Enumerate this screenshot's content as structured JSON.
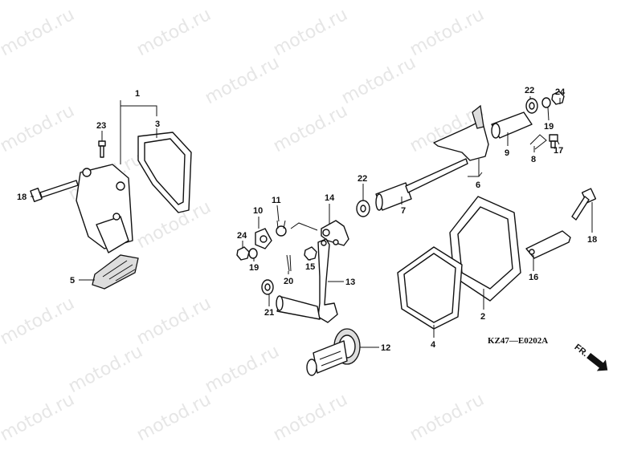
{
  "watermark": "motod.ru",
  "diagram_code": "KZ47—E0202A",
  "front_arrow_label": "FR.",
  "callouts": [
    {
      "id": "c1",
      "text": "1"
    },
    {
      "id": "c3",
      "text": "3"
    },
    {
      "id": "c23",
      "text": "23"
    },
    {
      "id": "c18a",
      "text": "18"
    },
    {
      "id": "c5",
      "text": "5"
    },
    {
      "id": "c10",
      "text": "10"
    },
    {
      "id": "c11",
      "text": "11"
    },
    {
      "id": "c14",
      "text": "14"
    },
    {
      "id": "c24a",
      "text": "24"
    },
    {
      "id": "c19a",
      "text": "19"
    },
    {
      "id": "c20",
      "text": "20"
    },
    {
      "id": "c15",
      "text": "15"
    },
    {
      "id": "c13",
      "text": "13"
    },
    {
      "id": "c21",
      "text": "21"
    },
    {
      "id": "c12",
      "text": "12"
    },
    {
      "id": "c22a",
      "text": "22"
    },
    {
      "id": "c7",
      "text": "7"
    },
    {
      "id": "c6",
      "text": "6"
    },
    {
      "id": "c9",
      "text": "9"
    },
    {
      "id": "c8",
      "text": "8"
    },
    {
      "id": "c22b",
      "text": "22"
    },
    {
      "id": "c24b",
      "text": "24"
    },
    {
      "id": "c19b",
      "text": "19"
    },
    {
      "id": "c17",
      "text": "17"
    },
    {
      "id": "c18b",
      "text": "18"
    },
    {
      "id": "c16",
      "text": "16"
    },
    {
      "id": "c2",
      "text": "2"
    },
    {
      "id": "c4",
      "text": "4"
    }
  ]
}
